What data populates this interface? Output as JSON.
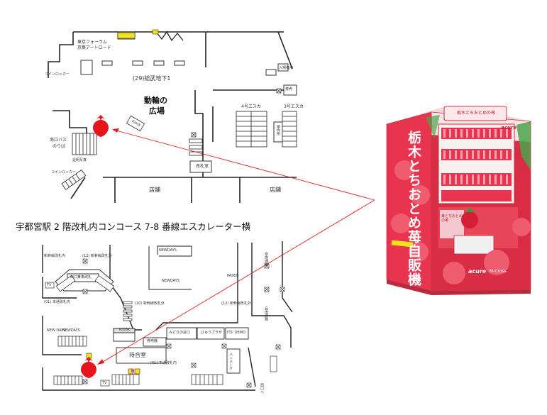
{
  "top_map": {
    "labels": {
      "tokyo_forum": "東京フォーラム",
      "keihin_art_road": "京葉アートロード",
      "coin_locker_1": "コインロッカー",
      "sobu_underground": "(29)総武地下1",
      "bicycle_plaza_1": "動輪の",
      "bicycle_plaza_2": "広場",
      "esc_4": "4号エスカ",
      "esc_3": "3号エスカ",
      "south_bus_1": "南口バス",
      "south_bus_2": "のりば",
      "lighting": "証明写真",
      "coin_locker_2": "コインロッカー",
      "kiosk": "Kiosk",
      "ticket_office": "改札室",
      "shop_1": "店舗",
      "shop_2": "店舗",
      "mid_pillar": "案内所",
      "right_top": "券売",
      "right_mid": "入場者用"
    }
  },
  "caption": "宇都宮駅 2 階改札内コンコース 7-8 番線エスカレーター横",
  "bottom_map": {
    "labels": {
      "shinkansen_gate_in": "新幹線改札内",
      "shinkansen_gate_out": "(12) 新幹線改札外",
      "newdays_top": "NEWDAYS",
      "west_gate": "西口乗車改札",
      "newdays_mid": "NEWDAYS",
      "pass_label": "PASEO",
      "free_passage_1": "自由通路",
      "free_passage_2": "自由通路",
      "tv": "TV",
      "main_gate_in": "(01) 本通改札内",
      "shinkansen_gate_in_2": "(10) 新幹線改札外",
      "shinkansen_gate_out_2": "(12) 新幹線改札外",
      "newday_s": "NEW DAYS",
      "newdays_2": "NEWDAYS",
      "kiosk_b": "KIOSK",
      "midori": "みどりの窓口",
      "view_plaza": "びゅうプラザ",
      "its_demo": "ITS' DEMO",
      "ticket_machines": "券売機",
      "waiting_room": "待合室",
      "main_gate_in_2": "(01) 本通改札内",
      "hamburger": "ハンバーグ",
      "tv2": "TV",
      "nishiguchi": "西口へ"
    }
  },
  "vending_machine": {
    "brand": "acure",
    "brand_sub": "M-Cross",
    "title_vertical": "栃木とちおとめ苺自販機",
    "banner": "栃木とちおとめの苺",
    "panel_text": "苺とちおとめの苺"
  },
  "colors": {
    "marker": "#e8141c",
    "vm_pink": "#e8344e",
    "vm_light": "#f3c9cf",
    "line": "#e02020",
    "accent_yellow": "#f2e21a"
  }
}
